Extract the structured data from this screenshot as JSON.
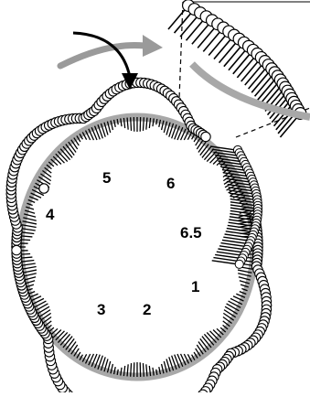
{
  "labels": {
    "one": "1",
    "two": "2",
    "three": "3",
    "four": "4",
    "five": "5",
    "six": "6",
    "six_point_five": "6.5"
  },
  "colors": {
    "backbone": "#a8a8a8",
    "rung": "#000000",
    "bead_fill": "#ffffff",
    "bead_stroke": "#000000",
    "grey_arrow": "#9a9a9a",
    "black_arrow": "#000000"
  },
  "icons": {
    "rotation_arrow": "curved-arrow-icon",
    "direction_arrow": "grey-arrow-icon"
  }
}
